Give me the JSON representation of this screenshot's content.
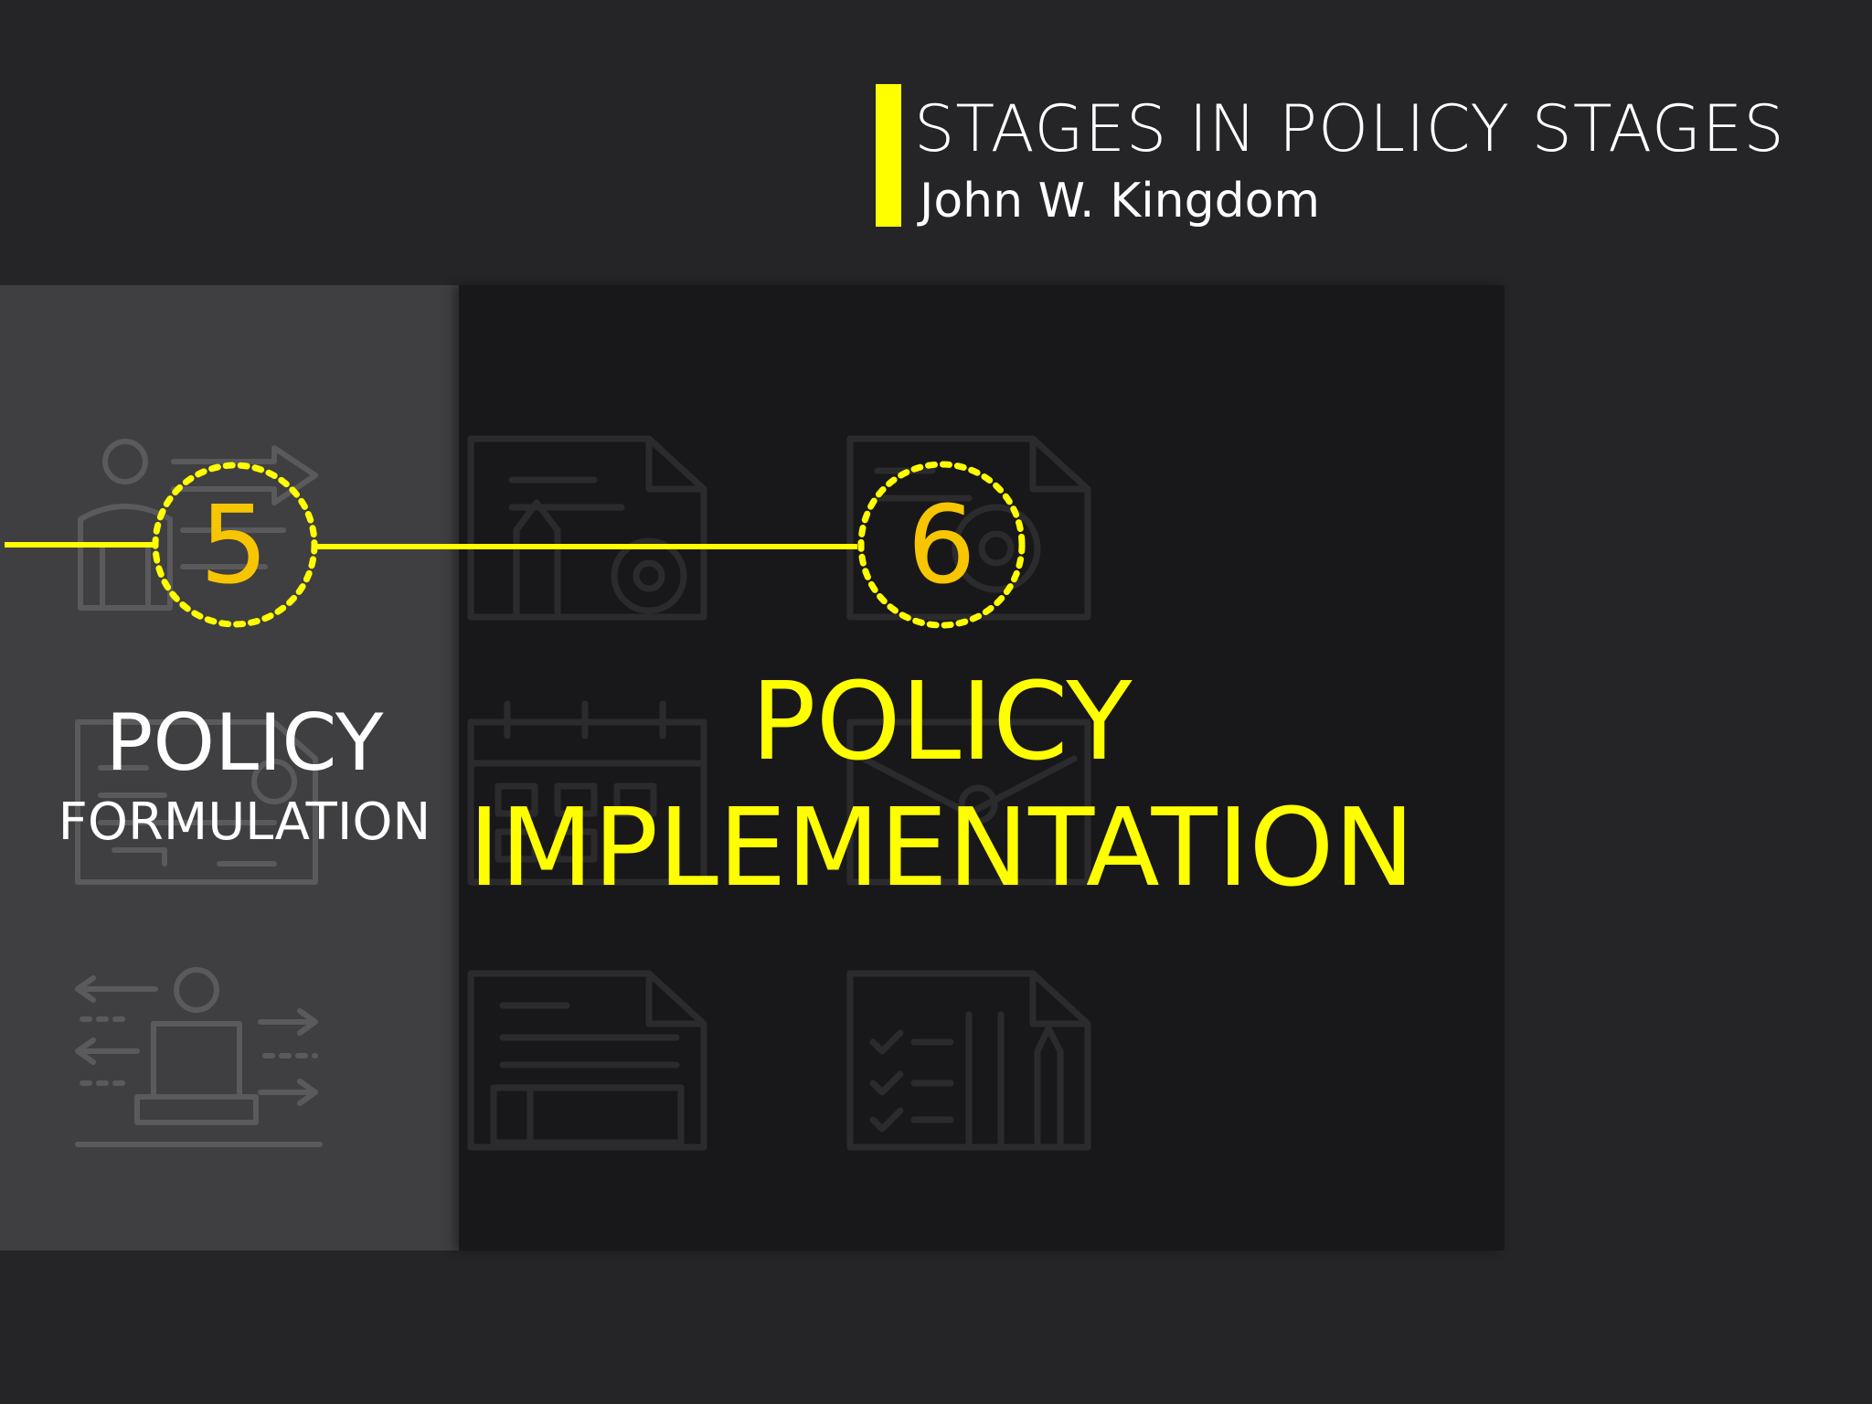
{
  "header": {
    "title": "STAGES IN POLICY STAGES",
    "subtitle": "John W. Kingdom",
    "accent_color": "#ffff00"
  },
  "stages": [
    {
      "number": "5",
      "line1": "POLICY",
      "line2": "FORMULATION",
      "active": false
    },
    {
      "number": "6",
      "line1": "POLICY",
      "line2": "IMPLEMENTATION",
      "active": true
    }
  ],
  "colors": {
    "background": "#252527",
    "panel_inactive": "#3f3f41",
    "panel_active": "#18181a",
    "number": "#f7c600",
    "line": "#ffff00"
  },
  "icons": [
    "businessman-presenting-icon",
    "report-document-icon",
    "flowchart-icon",
    "employee-arrows-icon",
    "document-pencil-gear-icon",
    "calendar-icon",
    "blueprint-document-icon",
    "document-gear-icon",
    "envelope-icon",
    "checklist-pencil-icon"
  ]
}
